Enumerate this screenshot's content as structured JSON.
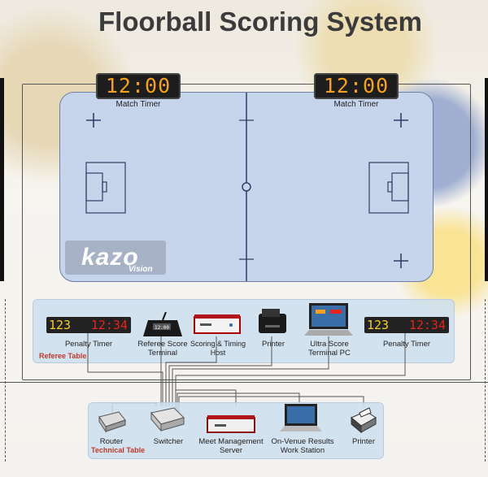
{
  "title": "Floorball Scoring System",
  "timers": [
    {
      "display": "12:00",
      "label": "Match Timer"
    },
    {
      "display": "12:00",
      "label": "Match Timer"
    }
  ],
  "brand": {
    "logo_text": "kazo",
    "logo_sub": "Vision"
  },
  "referee_table": {
    "caption": "Referee Table",
    "devices": [
      {
        "label": "Penalty Timer",
        "digits_left": "123",
        "digits_right": "12:34"
      },
      {
        "label": "Referee Score Terminal",
        "screen_text": "12:00"
      },
      {
        "label": "Scoring & Timing Host"
      },
      {
        "label": "Printer"
      },
      {
        "label": "Ultra Score Terminal PC"
      },
      {
        "label": "Penalty Timer",
        "digits_left": "123",
        "digits_right": "12:34"
      }
    ]
  },
  "technical_table": {
    "caption": "Technical Table",
    "devices": [
      {
        "label": "Router"
      },
      {
        "label": "Switcher"
      },
      {
        "label": "Meet Management Server"
      },
      {
        "label": "On-Venue Results Work Station"
      },
      {
        "label": "Printer"
      }
    ]
  },
  "colors": {
    "timer_digits": "#f4a21c",
    "rink": "#c7d5ec",
    "caption_red": "#c0392b",
    "panel": "#cddeee"
  }
}
